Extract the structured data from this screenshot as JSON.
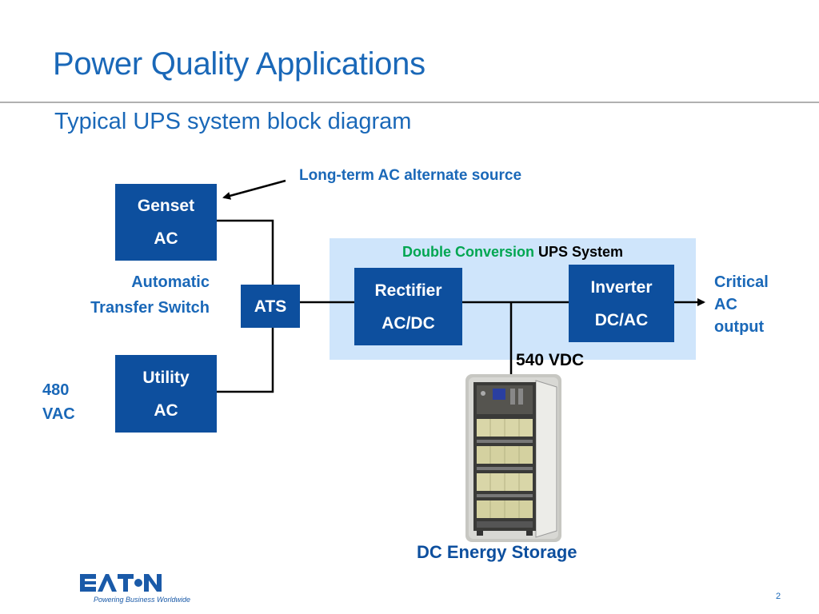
{
  "slide": {
    "title": "Power Quality Applications",
    "subtitle": "Typical UPS system block diagram",
    "page_number": "2"
  },
  "annotations": {
    "alternate_source": "Long-term AC alternate source",
    "ats_caption_line1": "Automatic",
    "ats_caption_line2": "Transfer Switch",
    "voltage_in_line1": "480",
    "voltage_in_line2": "VAC",
    "output_line1": "Critical",
    "output_line2": "AC",
    "output_line3": "output",
    "dc_bus": "540 VDC",
    "storage": "DC Energy Storage"
  },
  "blocks": {
    "genset": {
      "line1": "Genset",
      "line2": "AC"
    },
    "utility": {
      "line1": "Utility",
      "line2": "AC"
    },
    "ats": {
      "label": "ATS"
    },
    "rectifier": {
      "line1": "Rectifier",
      "line2": "AC/DC"
    },
    "inverter": {
      "line1": "Inverter",
      "line2": "DC/AC"
    }
  },
  "ups_system": {
    "label_highlight": "Double Conversion",
    "label_rest": "UPS System"
  },
  "branding": {
    "logo_text": "EATON",
    "tagline": "Powering Business Worldwide"
  },
  "colors": {
    "title_blue": "#1a68b8",
    "block_blue": "#0d4f9e",
    "panel_blue": "#cfe5fb",
    "highlight_green": "#00a651"
  }
}
